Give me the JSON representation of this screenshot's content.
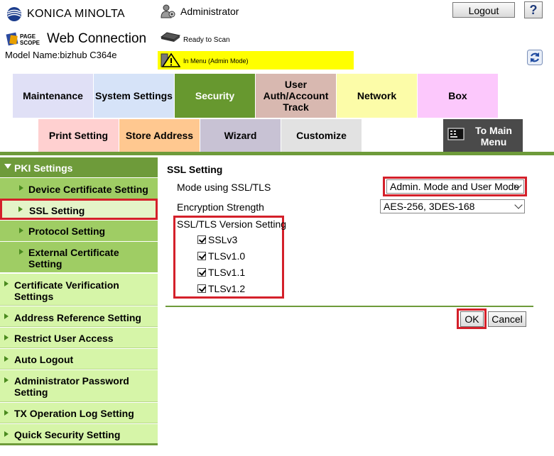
{
  "header": {
    "brand": "KONICA MINOLTA",
    "product": "Web Connection",
    "model": "Model Name:bizhub C364e",
    "user": "Administrator",
    "logout": "Logout",
    "help": "?",
    "device_status": "Ready to Scan",
    "mode_status": "In Menu (Admin Mode)"
  },
  "colors": {
    "accent_green": "#6e9b3a",
    "highlight_red": "#d4202a",
    "status_yellow": "#ffff00"
  },
  "tabs_main": [
    {
      "label": "Maintenance",
      "color": "#e0e0f6"
    },
    {
      "label": "System Settings",
      "color": "#d6e3f8"
    },
    {
      "label": "Security",
      "color": "#67982f",
      "active": true
    },
    {
      "label": "User Auth/Account Track",
      "color": "#d8b8b0"
    },
    {
      "label": "Network",
      "color": "#fcfca8"
    },
    {
      "label": "Box",
      "color": "#fcc8fc"
    }
  ],
  "tabs_sub": [
    {
      "label": "Print Setting",
      "color": "#ffd0d0"
    },
    {
      "label": "Store Address",
      "color": "#ffc890"
    },
    {
      "label": "Wizard",
      "color": "#c8c2d4"
    },
    {
      "label": "Customize",
      "color": "#e2e2e2"
    }
  ],
  "to_main_menu": "To Main Menu",
  "sidebar": {
    "pki_header": "PKI Settings",
    "pki_items": [
      "Device Certificate Setting",
      "SSL Setting",
      "Protocol Setting",
      "External Certificate Setting"
    ],
    "items": [
      "Certificate Verification Settings",
      "Address Reference Setting",
      "Restrict User Access",
      "Auto Logout",
      "Administrator Password Setting",
      "TX Operation Log Setting",
      "Quick Security Setting"
    ]
  },
  "content": {
    "title": "SSL Setting",
    "mode_label": "Mode using SSL/TLS",
    "mode_value": "Admin. Mode and User Mode",
    "strength_label": "Encryption Strength",
    "strength_value": "AES-256, 3DES-168",
    "version_label": "SSL/TLS Version Setting",
    "versions": [
      {
        "label": "SSLv3",
        "checked": true
      },
      {
        "label": "TLSv1.0",
        "checked": true
      },
      {
        "label": "TLSv1.1",
        "checked": true
      },
      {
        "label": "TLSv1.2",
        "checked": true
      }
    ],
    "ok": "OK",
    "cancel": "Cancel"
  }
}
